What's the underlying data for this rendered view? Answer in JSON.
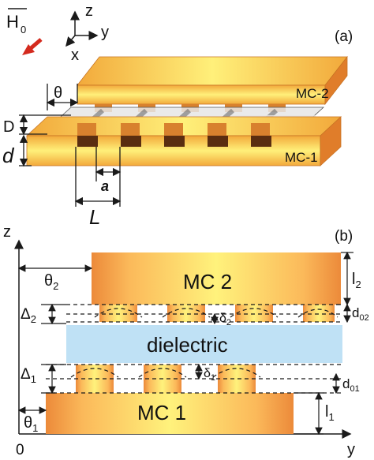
{
  "panel_a": {
    "label": "(a)",
    "field": {
      "symbol": "H",
      "subscript": "0"
    },
    "axes": {
      "z": "z",
      "y": "y",
      "x": "x"
    },
    "layers": {
      "top": "MC-2",
      "bottom": "MC-1",
      "middle": "dielectric"
    },
    "dims": {
      "theta": "θ",
      "D": "D",
      "d": "d",
      "a": "a",
      "L": "L"
    }
  },
  "panel_b": {
    "label": "(b)",
    "axes": {
      "z": "z",
      "y": "y",
      "origin": "0"
    },
    "layers": {
      "top": "MC 2",
      "middle": "dielectric",
      "bottom": "MC 1"
    },
    "dims": {
      "theta2": {
        "base": "θ",
        "sub": "2"
      },
      "theta1": {
        "base": "θ",
        "sub": "1"
      },
      "Delta2": {
        "base": "Δ",
        "sub": "2"
      },
      "Delta1": {
        "base": "Δ",
        "sub": "1"
      },
      "delta2": {
        "base": "δ",
        "sub": "2"
      },
      "delta1": {
        "base": "δ",
        "sub": "1"
      },
      "l2": {
        "base": "l",
        "sub": "2"
      },
      "l1": {
        "base": "l",
        "sub": "1"
      },
      "d02": {
        "base": "d",
        "sub": "02"
      },
      "d01": {
        "base": "d",
        "sub": "01"
      }
    }
  },
  "colors": {
    "mc_edge": "#f2a93b",
    "mc_center": "#fff07a",
    "mc_side": "#e07d2a",
    "dielectric": "#bfe1f5",
    "arrow": "#d42a1e",
    "line": "#1a1a1a"
  }
}
